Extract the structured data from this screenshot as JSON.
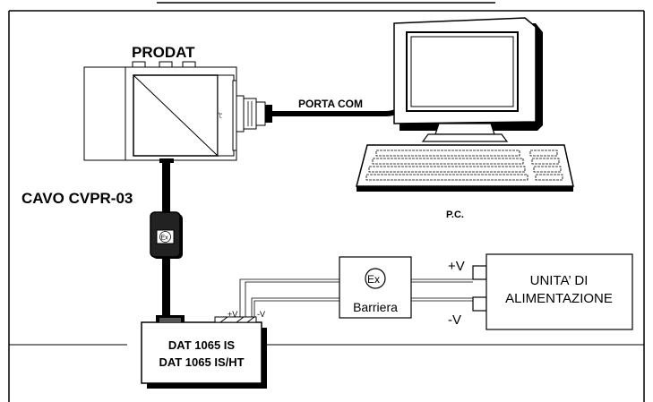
{
  "labels": {
    "prodat": "PRODAT",
    "com_port": "PORTA COM",
    "cable": "CAVO CVPR-03",
    "pc": "P.C.",
    "barrier": "Barriera",
    "plus_v": "+V",
    "minus_v": "-V",
    "device_plus_v": "+V",
    "device_minus_v": "-V",
    "power_unit_line1": "UNITA’ DI",
    "power_unit_line2": "ALIMENTAZIONE",
    "device_line1": "DAT 1065 IS",
    "device_line2": "DAT 1065 IS/HT"
  },
  "icons": {
    "ex_symbol": "ex-explosion-protection-symbol"
  },
  "colors": {
    "ink": "#000000",
    "shadow": "#000000",
    "paper": "#ffffff"
  }
}
